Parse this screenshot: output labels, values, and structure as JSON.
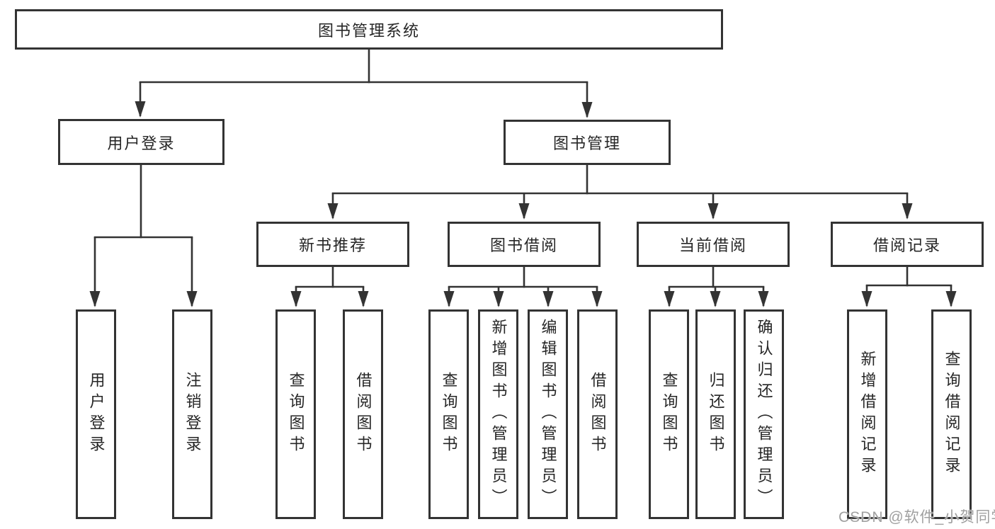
{
  "tree": {
    "root": "图书管理系统",
    "children": [
      {
        "label": "用户登录",
        "children": [
          "用户登录",
          "注销登录"
        ]
      },
      {
        "label": "图书管理",
        "children": [
          {
            "label": "新书推荐",
            "children": [
              "查询图书",
              "借阅图书"
            ]
          },
          {
            "label": "图书借阅",
            "children": [
              "查询图书",
              "新增图书（管理员）",
              "编辑图书（管理员）",
              "借阅图书"
            ]
          },
          {
            "label": "当前借阅",
            "children": [
              "查询图书",
              "归还图书",
              "确认归还（管理员）"
            ]
          },
          {
            "label": "借阅记录",
            "children": [
              "新增借阅记录",
              "查询借阅记录"
            ]
          }
        ]
      }
    ]
  },
  "watermark": {
    "text": "CSDN @软件_小贺同学"
  },
  "colors": {
    "line": "#333333",
    "text": "#262626",
    "watermark": "#a0a0a0",
    "background": "#ffffff"
  }
}
